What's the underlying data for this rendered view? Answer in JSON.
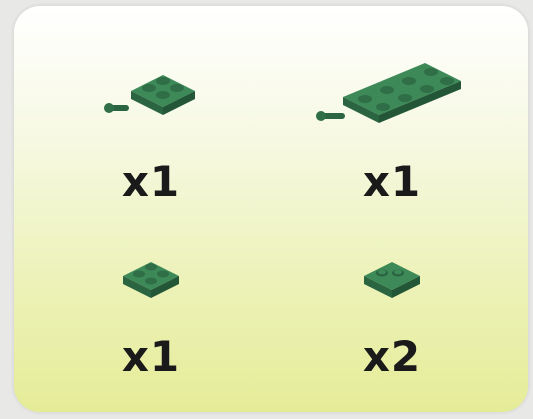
{
  "parts": [
    {
      "icon": "plate-2x2-with-pin-handle-icon",
      "quantity": "x1",
      "color": "#2f6e46"
    },
    {
      "icon": "plate-2x4-with-pin-handle-icon",
      "quantity": "x1",
      "color": "#2f6e46"
    },
    {
      "icon": "plate-2x2-icon",
      "quantity": "x1",
      "color": "#2f6e46"
    },
    {
      "icon": "tile-2x2-with-studs-icon",
      "quantity": "x2",
      "color": "#2f6e46"
    }
  ]
}
